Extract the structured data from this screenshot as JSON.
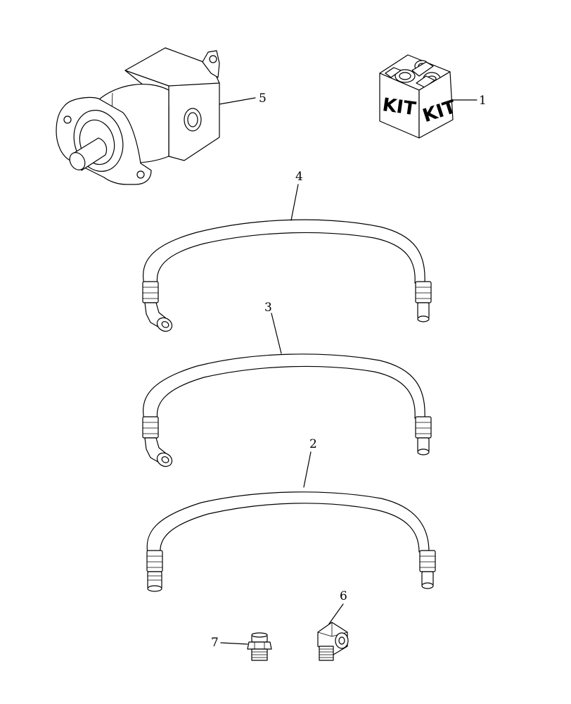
{
  "callouts": {
    "c1": "1",
    "c2": "2",
    "c3": "3",
    "c4": "4",
    "c5": "5",
    "c6": "6",
    "c7": "7"
  },
  "kit": {
    "label_left": "KIT",
    "label_right": "KIT"
  }
}
